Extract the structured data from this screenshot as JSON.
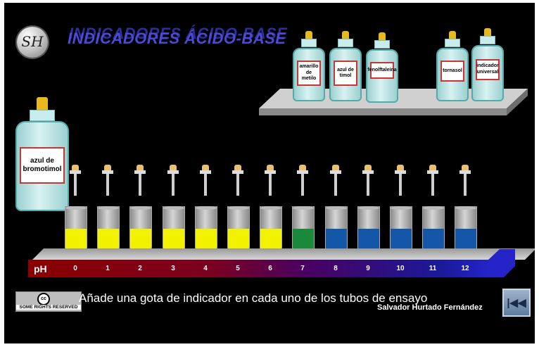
{
  "title": "INDICADORES ÁCIDO-BASE",
  "logo": {
    "text": "SH"
  },
  "indicators_shelf": [
    {
      "label": "amarillo de metilo"
    },
    {
      "label": "azul de timol"
    },
    {
      "label": "fenolftaleína"
    },
    {
      "label": "tornasol"
    },
    {
      "label": "indicador universal"
    }
  ],
  "active_indicator": {
    "label": "azul de bromotimol"
  },
  "ph_scale": {
    "label": "pH",
    "values": [
      "0",
      "1",
      "2",
      "3",
      "4",
      "5",
      "6",
      "7",
      "8",
      "9",
      "10",
      "11",
      "12"
    ]
  },
  "tubes": [
    {
      "ph": "0",
      "color": "#f2f200"
    },
    {
      "ph": "1",
      "color": "#f2f200"
    },
    {
      "ph": "2",
      "color": "#f2f200"
    },
    {
      "ph": "3",
      "color": "#f2f200"
    },
    {
      "ph": "4",
      "color": "#f2f200"
    },
    {
      "ph": "5",
      "color": "#f2f200"
    },
    {
      "ph": "6",
      "color": "#f2f200"
    },
    {
      "ph": "7",
      "color": "#1a8a3a"
    },
    {
      "ph": "8",
      "color": "#1456a8"
    },
    {
      "ph": "9",
      "color": "#1456a8"
    },
    {
      "ph": "10",
      "color": "#1456a8"
    },
    {
      "ph": "11",
      "color": "#1456a8"
    },
    {
      "ph": "12",
      "color": "#1456a8"
    }
  ],
  "license": {
    "symbol": "cc",
    "text": "SOME RIGHTS RESERVED"
  },
  "instruction": "Añade una gota de indicador en cada uno de los tubos de ensayo",
  "author": "Salvador Hurtado Fernández",
  "rewind_icon": "rewind-icon"
}
